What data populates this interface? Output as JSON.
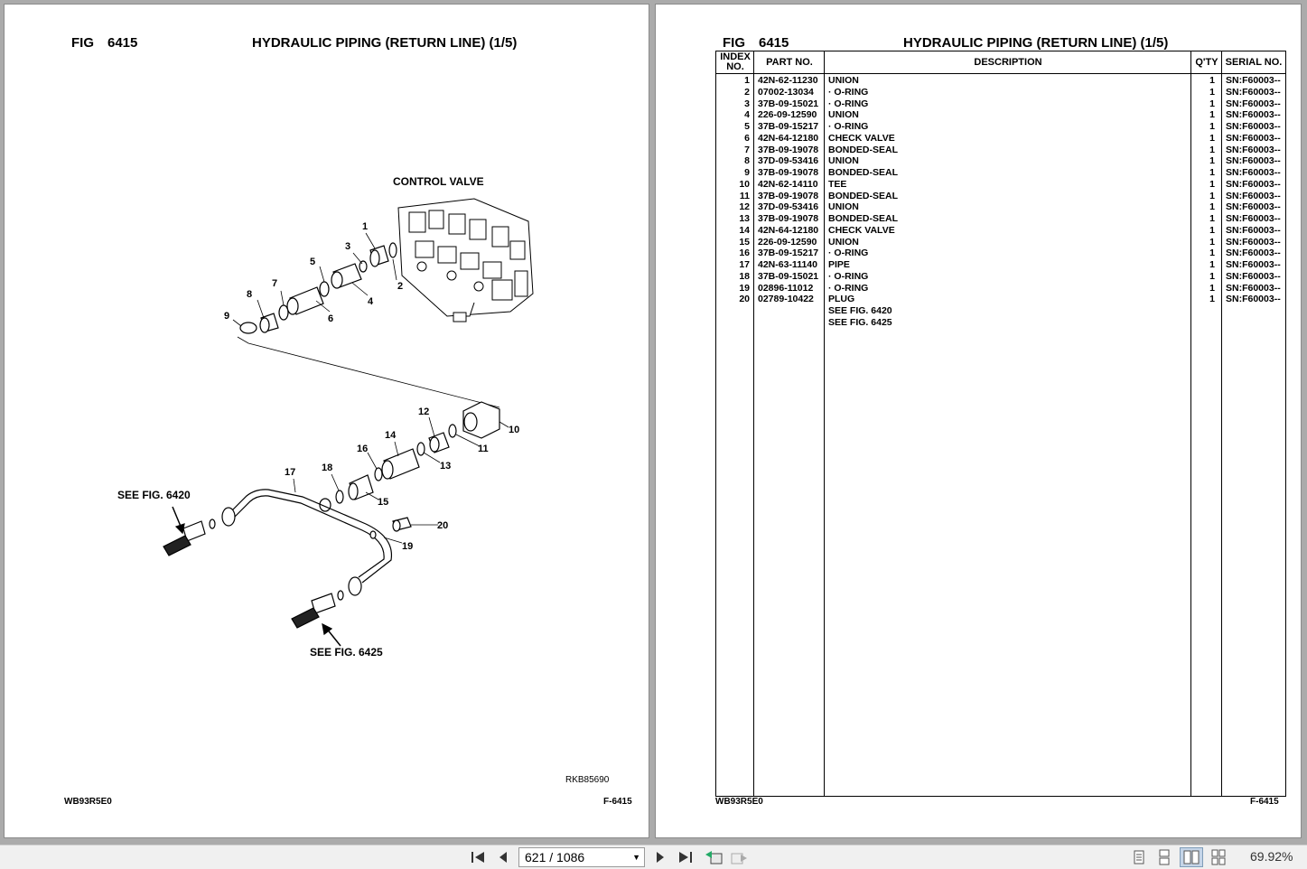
{
  "left_page": {
    "fig_label": "FIG",
    "fig_number": "6415",
    "title": "HYDRAULIC PIPING (RETURN LINE) (1/5)",
    "diagram": {
      "control_valve_label": "CONTROL VALVE",
      "see_fig_a": "SEE FIG. 6420",
      "see_fig_b": "SEE FIG. 6425",
      "callouts": [
        "1",
        "2",
        "3",
        "4",
        "5",
        "6",
        "7",
        "8",
        "9",
        "10",
        "11",
        "12",
        "13",
        "14",
        "15",
        "16",
        "17",
        "18",
        "19",
        "20"
      ],
      "drawing_code": "RKB85690"
    },
    "footer_left": "WB93R5E0",
    "footer_right": "F-6415"
  },
  "right_page": {
    "fig_label": "FIG",
    "fig_number": "6415",
    "title": "HYDRAULIC PIPING (RETURN LINE) (1/5)",
    "table_headers": {
      "index": "INDEX NO.",
      "part": "PART NO.",
      "description": "DESCRIPTION",
      "qty": "Q'TY",
      "serial": "SERIAL NO."
    },
    "rows": [
      {
        "idx": "1",
        "part": "42N-62-11230",
        "desc": "UNION",
        "qty": "1",
        "serial": "SN:F60003--"
      },
      {
        "idx": "2",
        "part": "07002-13034",
        "desc": "· O-RING",
        "qty": "1",
        "serial": "SN:F60003--"
      },
      {
        "idx": "3",
        "part": "37B-09-15021",
        "desc": "· O-RING",
        "qty": "1",
        "serial": "SN:F60003--"
      },
      {
        "idx": "4",
        "part": "226-09-12590",
        "desc": "UNION",
        "qty": "1",
        "serial": "SN:F60003--"
      },
      {
        "idx": "5",
        "part": "37B-09-15217",
        "desc": "· O-RING",
        "qty": "1",
        "serial": "SN:F60003--"
      },
      {
        "idx": "6",
        "part": "42N-64-12180",
        "desc": "CHECK VALVE",
        "qty": "1",
        "serial": "SN:F60003--"
      },
      {
        "idx": "7",
        "part": "37B-09-19078",
        "desc": "BONDED-SEAL",
        "qty": "1",
        "serial": "SN:F60003--"
      },
      {
        "idx": "8",
        "part": "37D-09-53416",
        "desc": "UNION",
        "qty": "1",
        "serial": "SN:F60003--"
      },
      {
        "idx": "9",
        "part": "37B-09-19078",
        "desc": "BONDED-SEAL",
        "qty": "1",
        "serial": "SN:F60003--"
      },
      {
        "idx": "10",
        "part": "42N-62-14110",
        "desc": "TEE",
        "qty": "1",
        "serial": "SN:F60003--"
      },
      {
        "idx": "11",
        "part": "37B-09-19078",
        "desc": "BONDED-SEAL",
        "qty": "1",
        "serial": "SN:F60003--"
      },
      {
        "idx": "12",
        "part": "37D-09-53416",
        "desc": "UNION",
        "qty": "1",
        "serial": "SN:F60003--"
      },
      {
        "idx": "13",
        "part": "37B-09-19078",
        "desc": "BONDED-SEAL",
        "qty": "1",
        "serial": "SN:F60003--"
      },
      {
        "idx": "14",
        "part": "42N-64-12180",
        "desc": "CHECK VALVE",
        "qty": "1",
        "serial": "SN:F60003--"
      },
      {
        "idx": "15",
        "part": "226-09-12590",
        "desc": "UNION",
        "qty": "1",
        "serial": "SN:F60003--"
      },
      {
        "idx": "16",
        "part": "37B-09-15217",
        "desc": "· O-RING",
        "qty": "1",
        "serial": "SN:F60003--"
      },
      {
        "idx": "17",
        "part": "42N-63-11140",
        "desc": "PIPE",
        "qty": "1",
        "serial": "SN:F60003--"
      },
      {
        "idx": "18",
        "part": "37B-09-15021",
        "desc": "· O-RING",
        "qty": "1",
        "serial": "SN:F60003--"
      },
      {
        "idx": "19",
        "part": "02896-11012",
        "desc": "· O-RING",
        "qty": "1",
        "serial": "SN:F60003--"
      },
      {
        "idx": "20",
        "part": "02789-10422",
        "desc": "PLUG",
        "qty": "1",
        "serial": "SN:F60003--"
      },
      {
        "idx": "",
        "part": "",
        "desc": "SEE FIG. 6420",
        "qty": "",
        "serial": ""
      },
      {
        "idx": "",
        "part": "",
        "desc": "SEE FIG. 6425",
        "qty": "",
        "serial": ""
      }
    ],
    "footer_left": "WB93R5E0",
    "footer_right": "F-6415"
  },
  "toolbar": {
    "first_icon": "first-page-icon",
    "prev_icon": "previous-page-icon",
    "page_display": "621 / 1086",
    "next_icon": "next-page-icon",
    "last_icon": "last-page-icon",
    "zoom": "69.92%"
  }
}
